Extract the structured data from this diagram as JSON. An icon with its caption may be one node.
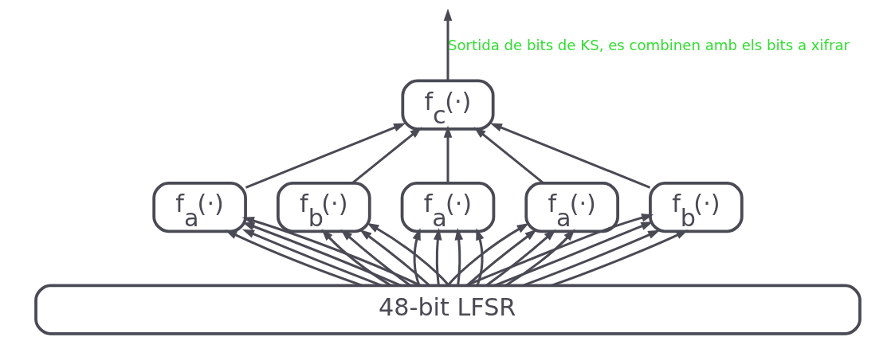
{
  "diagram": {
    "nodes": [
      {
        "text": [
          "f$_{c}$(·)"
        ]
      },
      {
        "text": [
          "f$_{a}$(·)"
        ]
      },
      {
        "text": [
          "f$_{b}$(·)"
        ]
      },
      {
        "text": [
          "f$_{a}$(·)"
        ]
      },
      {
        "text": [
          "f$_{a}$(·)"
        ]
      },
      {
        "text": [
          "f$_{b}$(·)"
        ]
      },
      {
        "text": [
          "48-bit LFSR"
        ]
      }
    ],
    "edges": [
      {
        "from": 6,
        "to": 1,
        "arrow": "to"
      },
      {
        "from": 6,
        "to": 1,
        "arrow": "to"
      },
      {
        "from": 6,
        "to": 1,
        "arrow": "to"
      },
      {
        "from": 6,
        "to": 1,
        "arrow": "to"
      },
      {
        "from": 6,
        "to": 2,
        "arrow": "to"
      },
      {
        "from": 6,
        "to": 2,
        "arrow": "to"
      },
      {
        "from": 6,
        "to": 2,
        "arrow": "to"
      },
      {
        "from": 6,
        "to": 2,
        "arrow": "to"
      },
      {
        "from": 6,
        "to": 3,
        "arrow": "to"
      },
      {
        "from": 6,
        "to": 3,
        "arrow": "to"
      },
      {
        "from": 6,
        "to": 3,
        "arrow": "to"
      },
      {
        "from": 6,
        "to": 3,
        "arrow": "to"
      },
      {
        "from": 6,
        "to": 4,
        "arrow": "to"
      },
      {
        "from": 6,
        "to": 4,
        "arrow": "to"
      },
      {
        "from": 6,
        "to": 4,
        "arrow": "to"
      },
      {
        "from": 6,
        "to": 4,
        "arrow": "to"
      },
      {
        "from": 6,
        "to": 5,
        "arrow": "to"
      },
      {
        "from": 6,
        "to": 5,
        "arrow": "to"
      },
      {
        "from": 6,
        "to": 5,
        "arrow": "to"
      },
      {
        "from": 6,
        "to": 5,
        "arrow": "to"
      },
      {
        "from": 1,
        "to": 0,
        "arrow": "to"
      },
      {
        "from": 2,
        "to": 0,
        "arrow": "to"
      },
      {
        "from": 3,
        "to": 0,
        "arrow": "to"
      },
      {
        "from": 4,
        "to": 0,
        "arrow": "to"
      },
      {
        "from": 5,
        "to": 0,
        "arrow": "to"
      },
      {
        "from": 0,
        "to": null,
        "arrow": "to",
        "label": "Sortida de bits de KS, es combinen amb els bits a xifrar"
      }
    ]
  }
}
